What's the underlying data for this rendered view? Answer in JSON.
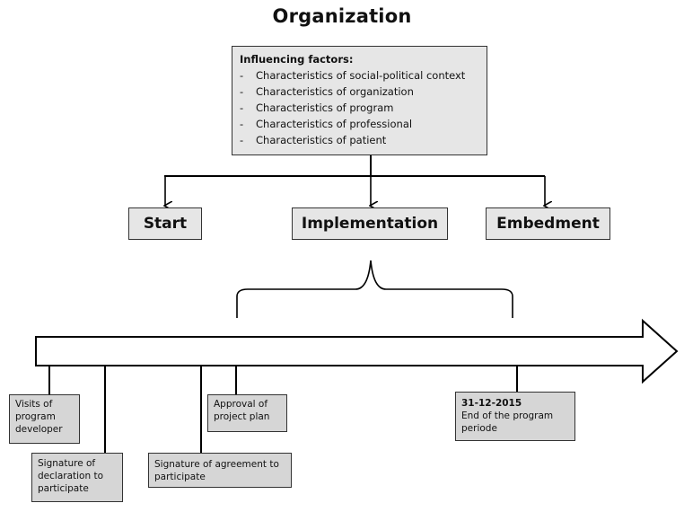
{
  "title": "Organization",
  "factors": {
    "heading": "Influencing factors:",
    "items": [
      "Characteristics of social-political context",
      "Characteristics of organization",
      "Characteristics of program",
      "Characteristics of professional",
      "Characteristics of patient"
    ]
  },
  "phases": {
    "start": "Start",
    "implementation": "Implementation",
    "embedment": "Embedment"
  },
  "events": {
    "visits": "Visits of program developer",
    "declaration": "Signature of declaration to participate",
    "agreement": "Signature of agreement to participate",
    "approval": "Approval of project plan",
    "end_date": "31-12-2015",
    "end_label": "End of the program periode"
  },
  "colors": {
    "box_fill": "#e6e6e6",
    "event_fill": "#d6d6d6",
    "line": "#000000"
  }
}
